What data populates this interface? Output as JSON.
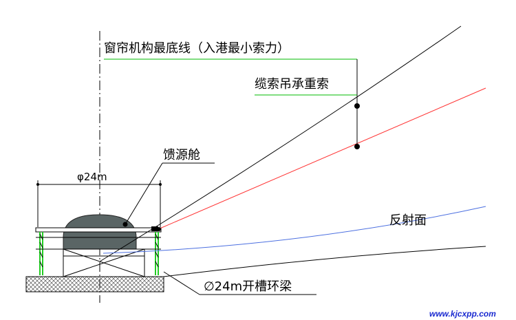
{
  "labels": {
    "curtain_line": "窗帘机构最底线（入港最小索力）",
    "cable_support": "缆索吊承重索",
    "feed_cabin": "馈源舱",
    "diameter_top": "φ24m",
    "reflector": "反射面",
    "ring_beam": "∅24m开槽环梁"
  },
  "watermark": "www.kjcxpp.com",
  "colors": {
    "curtain_underline": "#00bb00",
    "red_cable": "#ff3333",
    "reflector_line": "#4a6ee0",
    "column_green": "#22cc22",
    "dome_fill": "#5a6565",
    "watermark": "#1a2ad0"
  }
}
